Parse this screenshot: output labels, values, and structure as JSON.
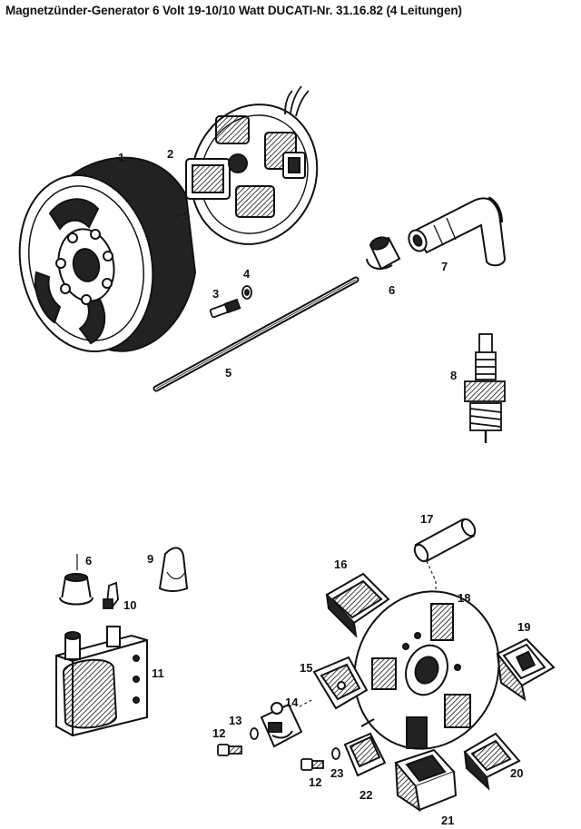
{
  "title": "Magnetzünder-Generator 6 Volt 19-10/10 Watt DUCATI-Nr. 31.16.82 (4 Leitungen)",
  "colors": {
    "ink": "#111111",
    "paper": "#ffffff",
    "mid": "#555555"
  },
  "callouts": {
    "c1": "1",
    "c2": "2",
    "c3": "3",
    "c4": "4",
    "c5": "5",
    "c6": "6",
    "c7": "7",
    "c8": "8",
    "c6b": "6",
    "c9": "9",
    "c10": "10",
    "c11": "11",
    "c12": "12",
    "c12b": "12",
    "c13": "13",
    "c14": "14",
    "c15": "15",
    "c16": "16",
    "c17": "17",
    "c18": "18",
    "c19": "19",
    "c20": "20",
    "c21": "21",
    "c22": "22",
    "c23": "23"
  }
}
